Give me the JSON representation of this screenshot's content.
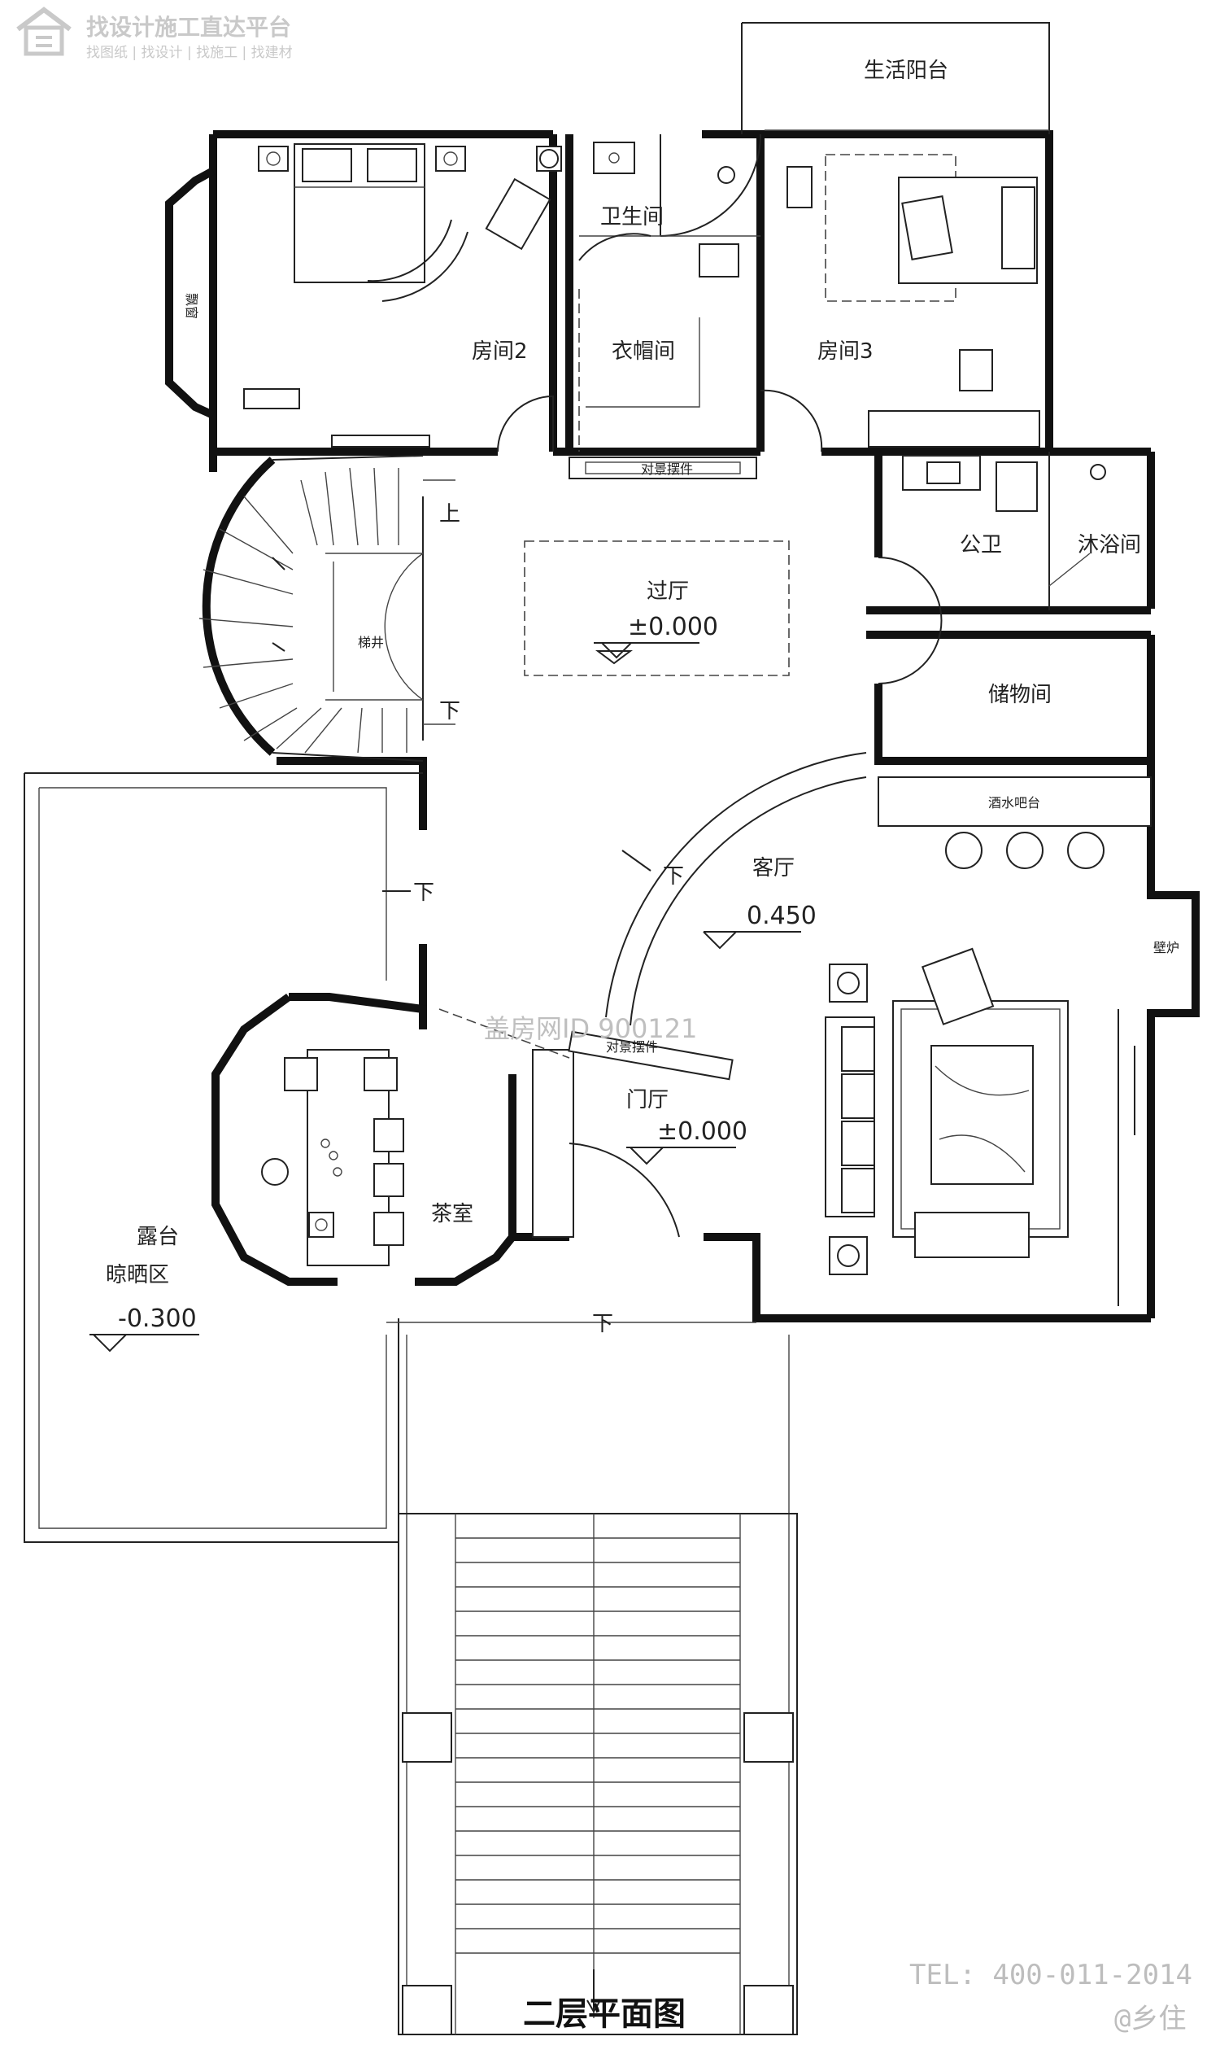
{
  "watermark_brand": {
    "title": "找设计施工直达平台",
    "subtitle": "找图纸 | 找设计 | 找施工 | 找建材",
    "icon": "house-logo-icon"
  },
  "rooms": {
    "room2": "房间2",
    "room3": "房间3",
    "bathroom": "卫生间",
    "cloakroom": "衣帽间",
    "balcony": "生活阳台",
    "public_wc": "公卫",
    "shower": "沐浴间",
    "storage": "储物间",
    "hall": "过厅",
    "living": "客厅",
    "foyer": "门厅",
    "tearoom": "茶室",
    "terrace": "露台",
    "drying": "晾晒区",
    "bar": "酒水吧台",
    "fireplace": "壁炉",
    "stairwell": "梯井",
    "bay_window": "飘窗",
    "display_cabinet_1": "对景摆件",
    "display_cabinet_2": "对景摆件"
  },
  "levels": {
    "hall": "±0.000",
    "living": "0.450",
    "foyer": "±0.000",
    "terrace": "-0.300"
  },
  "stair_marks": {
    "up": "上",
    "down1": "下",
    "down2": "下",
    "down3": "下",
    "down4": "下"
  },
  "watermark_id": "盖房网ID 900121",
  "drawing_title": "二层平面图",
  "tel": "TEL: 400-011-2014",
  "credit": "@乡住"
}
